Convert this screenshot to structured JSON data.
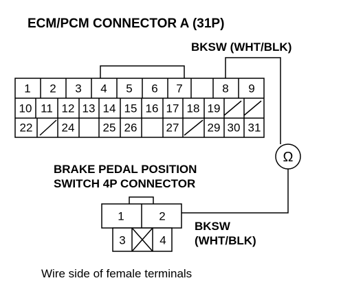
{
  "ecm": {
    "title": "ECM/PCM CONNECTOR A (31P)",
    "row1": [
      "1",
      "2",
      "3",
      "4",
      "5",
      "6",
      "7",
      "",
      "8",
      "9"
    ],
    "row2": [
      "10",
      "11",
      "12",
      "13",
      "14",
      "15",
      "16",
      "17",
      "18",
      "19",
      "",
      ""
    ],
    "row3": [
      "22",
      "",
      "24",
      "",
      "25",
      "26",
      "",
      "27",
      "",
      "29",
      "30",
      "31"
    ]
  },
  "wire_label_top": "BKSW (WHT/BLK)",
  "meter_symbol": "Ω",
  "switch": {
    "title_line1": "BRAKE PEDAL POSITION",
    "title_line2": "SWITCH 4P CONNECTOR",
    "pins": [
      "1",
      "2",
      "3",
      "4"
    ]
  },
  "wire_label_bottom_line1": "BKSW",
  "wire_label_bottom_line2": "(WHT/BLK)",
  "caption": "Wire side of female terminals"
}
